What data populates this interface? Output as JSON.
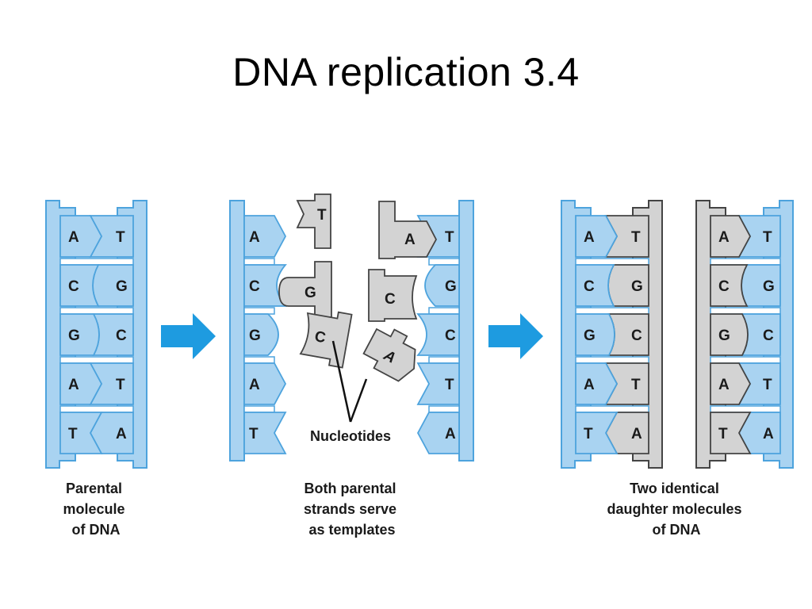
{
  "slide": {
    "title": "DNA replication 3.4"
  },
  "colors": {
    "parental": "#a9d3f1",
    "parentalEdge": "#4da3dd",
    "new": "#d3d3d3",
    "newEdge": "#444444",
    "arrow": "#1e9be0"
  },
  "panels": {
    "parental": {
      "pairs": [
        [
          "A",
          "T"
        ],
        [
          "C",
          "G"
        ],
        [
          "G",
          "C"
        ],
        [
          "A",
          "T"
        ],
        [
          "T",
          "A"
        ]
      ],
      "caption": [
        "Parental",
        "molecule",
        "of DNA"
      ]
    },
    "templates": {
      "left": [
        "A",
        "C",
        "G",
        "A",
        "T"
      ],
      "right": [
        "T",
        "G",
        "C",
        "T",
        "A"
      ],
      "free_nucleotides": [
        "T",
        "G",
        "C",
        "A",
        "A",
        "C"
      ],
      "label": "Nucleotides",
      "caption": [
        "Both parental",
        "strands serve",
        "as templates"
      ]
    },
    "daughters": {
      "left": [
        [
          "A",
          "T"
        ],
        [
          "C",
          "G"
        ],
        [
          "G",
          "C"
        ],
        [
          "A",
          "T"
        ],
        [
          "T",
          "A"
        ]
      ],
      "right": [
        [
          "A",
          "T"
        ],
        [
          "C",
          "G"
        ],
        [
          "G",
          "C"
        ],
        [
          "A",
          "T"
        ],
        [
          "T",
          "A"
        ]
      ],
      "caption": [
        "Two identical",
        "daughter molecules",
        "of DNA"
      ]
    }
  }
}
